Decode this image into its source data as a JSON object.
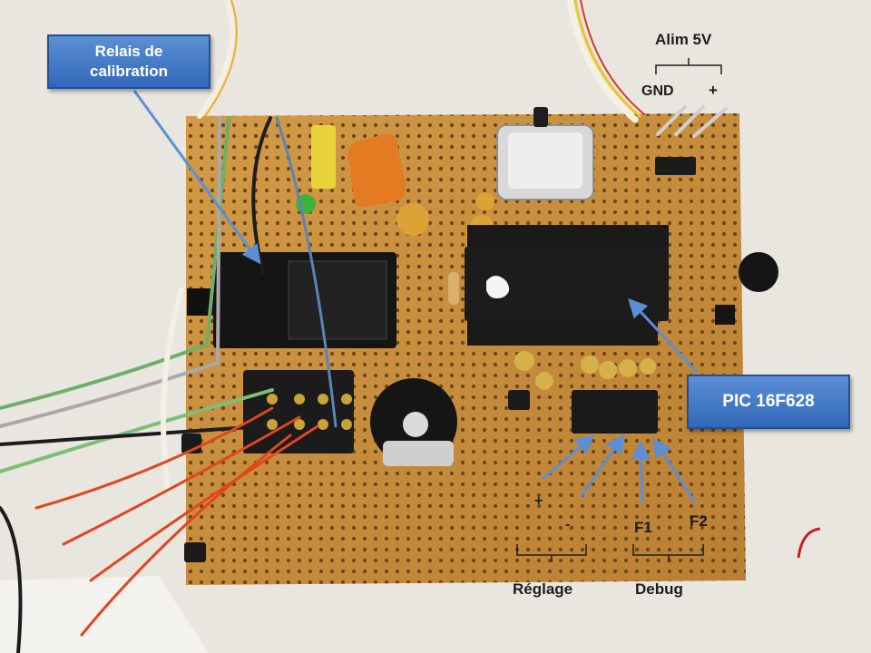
{
  "callouts": {
    "relais_line1": "Relais de",
    "relais_line2": "calibration",
    "pic": "PIC 16F628"
  },
  "power": {
    "title": "Alim 5V",
    "gnd": "GND",
    "plus": "+"
  },
  "adjust": {
    "plus": "+",
    "minus": "-",
    "label": "Réglage"
  },
  "debug": {
    "f1": "F1",
    "f2": "F2",
    "label": "Debug"
  },
  "colors": {
    "board": "#c98f3f",
    "callout_fill": "#4a7dc8",
    "arrow": "#5b8fd6",
    "background": "#e9e5df"
  }
}
